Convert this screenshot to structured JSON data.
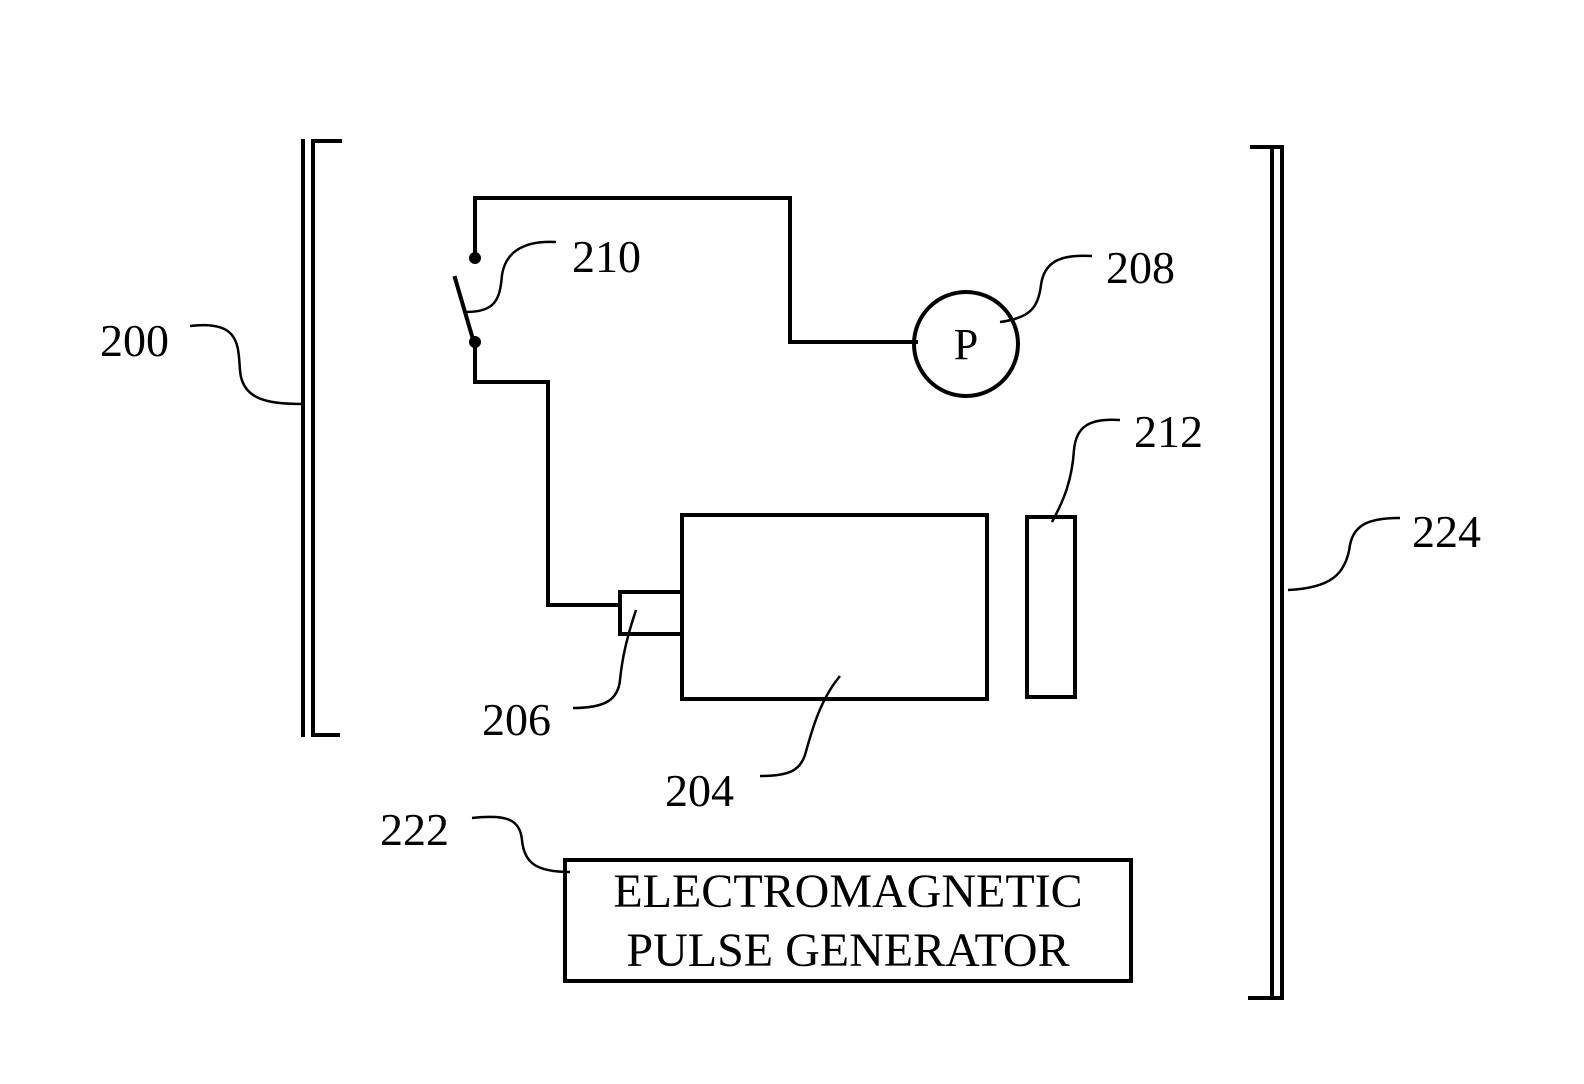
{
  "labels": {
    "wall_left": "200",
    "switch": "210",
    "pressure_gauge": "208",
    "target": "212",
    "wall_right": "224",
    "detonator": "206",
    "charge": "204",
    "generator": "222"
  },
  "pressure_gauge_symbol": "P",
  "generator_box": {
    "line1": "ELECTROMAGNETIC",
    "line2": "PULSE GENERATOR"
  }
}
